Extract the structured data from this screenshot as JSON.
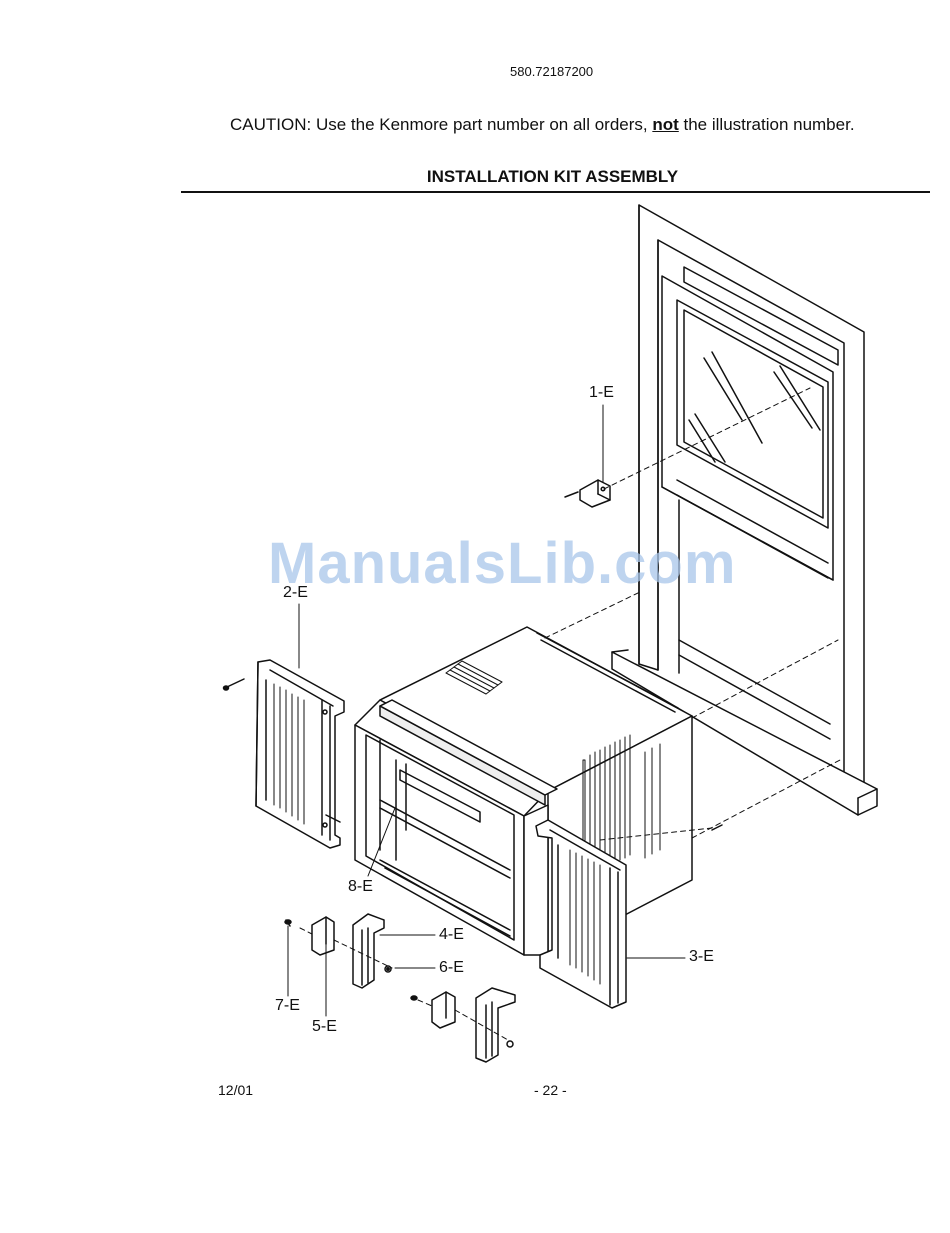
{
  "header": {
    "model_number": "580.72187200",
    "caution_prefix": "CAUTION: Use the Kenmore part number on all orders, ",
    "caution_emphasis": "not",
    "caution_suffix": " the illustration number.",
    "section_title": "INSTALLATION KIT ASSEMBLY"
  },
  "diagram": {
    "callouts": {
      "part_1e": "1-E",
      "part_2e": "2-E",
      "part_3e": "3-E",
      "part_4e": "4-E",
      "part_5e": "5-E",
      "part_6e": "6-E",
      "part_7e": "7-E",
      "part_8e": "8-E"
    }
  },
  "watermark": "ManualsLib.com",
  "footer": {
    "date": "12/01",
    "page": "- 22 -"
  },
  "colors": {
    "ink": "#111111",
    "watermark": "#a9c6ea"
  }
}
